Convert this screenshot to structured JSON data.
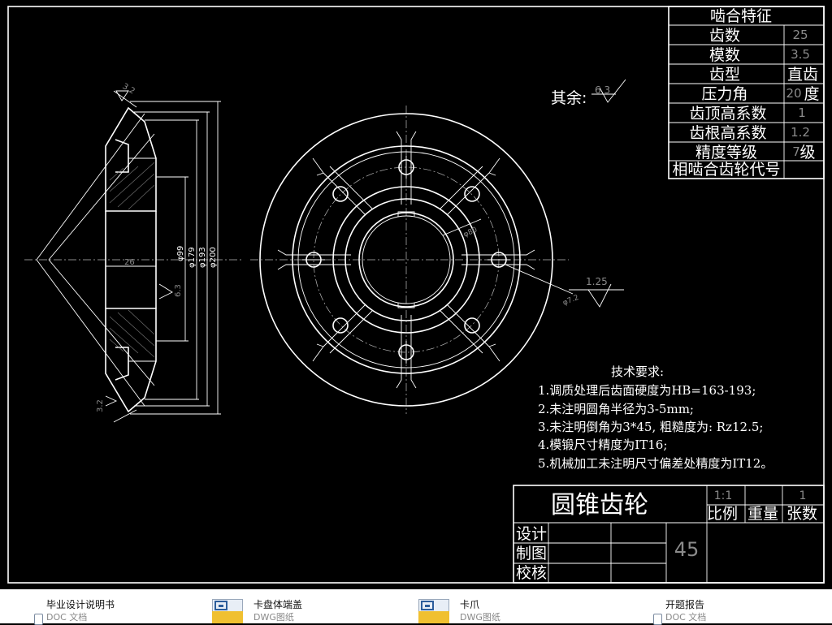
{
  "mesh_table": {
    "title": "啮合特征",
    "rows": [
      {
        "label": "齿数",
        "value": "25",
        "unit": ""
      },
      {
        "label": "模数",
        "value": "3.5",
        "unit": ""
      },
      {
        "label": "齿型",
        "value": "",
        "unit": "直齿"
      },
      {
        "label": "压力角",
        "value": "20",
        "unit": "度"
      },
      {
        "label": "齿顶高系数",
        "value": "1",
        "unit": ""
      },
      {
        "label": "齿根高系数",
        "value": "1.2",
        "unit": ""
      },
      {
        "label": "精度等级",
        "value": "7",
        "unit": "级"
      },
      {
        "label": "相啮合齿轮代号",
        "value": "",
        "unit": ""
      }
    ]
  },
  "roughness_note": {
    "label": "其余:",
    "value": "6.3"
  },
  "dimensions": {
    "d1": "φ99",
    "d2": "φ179",
    "d3": "φ193",
    "d4": "φ200",
    "width": "26",
    "r_mid": "6.3",
    "chamfer_top": "3.2",
    "chamfer_bottom": "3.2",
    "bore_circle": "φ80",
    "hole_dia": "φ7.2",
    "r_hole": "1.25"
  },
  "tech_requirements": {
    "title": "技术要求:",
    "items": [
      "1.调质处理后齿面硬度为HB=163-193;",
      "2.未注明圆角半径为3-5mm;",
      "3.未注明倒角为3*45, 粗糙度为: Rz12.5;",
      "4.模锻尺寸精度为IT16;",
      "5.机械加工未注明尺寸偏差处精度为IT12。"
    ]
  },
  "title_block": {
    "part_name": "圆锥齿轮",
    "scale": "1:1",
    "sheet_count": "1",
    "scale_label": "比例",
    "weight_label": "重量",
    "sheets_label": "张数",
    "design": "设计",
    "drawing": "制图",
    "check": "校核",
    "material_no": "45"
  },
  "files": [
    {
      "name": "毕业设计说明书",
      "type": "DOC 文档",
      "kind": "doc"
    },
    {
      "name": "卡盘体端盖",
      "type": "DWG图纸",
      "kind": "dwg"
    },
    {
      "name": "卡爪",
      "type": "DWG图纸",
      "kind": "dwg"
    },
    {
      "name": "开题报告",
      "type": "DOC 文档",
      "kind": "doc"
    }
  ]
}
